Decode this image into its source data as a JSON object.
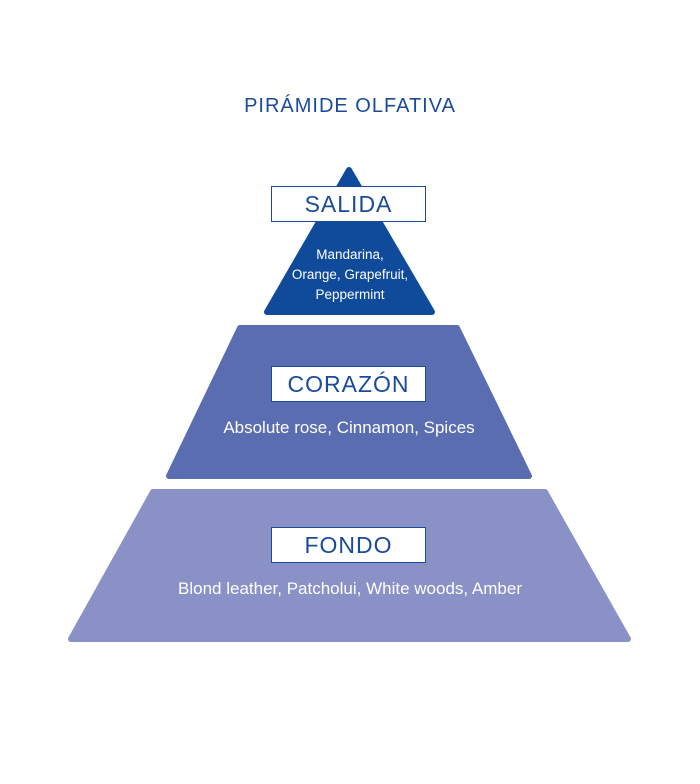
{
  "title": "PIRÁMIDE OLFATIVA",
  "colors": {
    "title": "#1a4a9a",
    "top": "#0f4a9b",
    "middle": "#5a6db1",
    "base": "#8a91c7"
  },
  "levels": [
    {
      "label": "SALIDA",
      "notes": [
        "Mandarina,",
        "Orange, Grapefruit,",
        "Peppermint"
      ]
    },
    {
      "label": "CORAZÓN",
      "notes": [
        "Absolute rose, Cinnamon, Spices"
      ]
    },
    {
      "label": "FONDO",
      "notes": [
        "Blond leather, Patcholui, White woods, Amber"
      ]
    }
  ]
}
